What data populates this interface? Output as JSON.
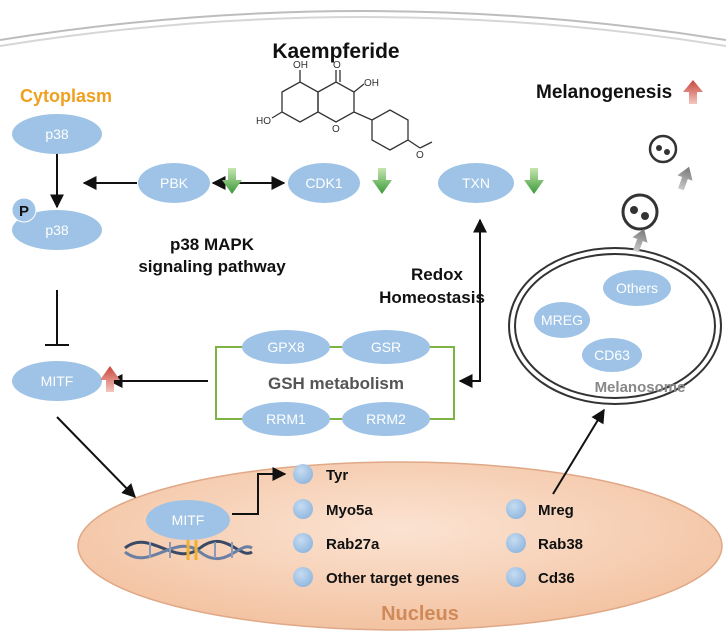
{
  "title": "Kaempferide",
  "compartments": {
    "cytoplasm": "Cytoplasm",
    "nucleus": "Nucleus",
    "melanosome": "Melanosome"
  },
  "outcome": "Melanogenesis",
  "molecule_atoms": {
    "oh1": "OH",
    "o_keto": "O",
    "oh2": "OH",
    "oh3": "HO",
    "o_ring": "O",
    "o_methoxy": "O"
  },
  "nodes": {
    "p38": "p38",
    "p38_phos": "p38",
    "phospho": "P",
    "pbk": "PBK",
    "cdk1": "CDK1",
    "txn": "TXN",
    "mitf": "MITF",
    "mitf_nucleus": "MITF",
    "gpx8": "GPX8",
    "gsr": "GSR",
    "rrm1": "RRM1",
    "rrm2": "RRM2",
    "mreg": "MREG",
    "others": "Others",
    "cd63": "CD63"
  },
  "labels": {
    "p38_pathway_line1": "p38 MAPK",
    "p38_pathway_line2": "signaling pathway",
    "redox_line1": "Redox",
    "redox_line2": "Homeostasis",
    "gsh": "GSH metabolism"
  },
  "target_genes_left": [
    "Tyr",
    "Myo5a",
    "Rab27a",
    "Other target genes"
  ],
  "target_genes_right": [
    "Mreg",
    "Rab38",
    "Cd36"
  ],
  "colors": {
    "node_fill": "#9ec3e6",
    "cytoplasm_label": "#f0a020",
    "nucleus_label": "#d08a5a",
    "nucleus_fill": "#f8d5bd",
    "down_arrow": "#4caf50",
    "up_arrow": "#d9534f",
    "gsh_border": "#7cb342"
  }
}
